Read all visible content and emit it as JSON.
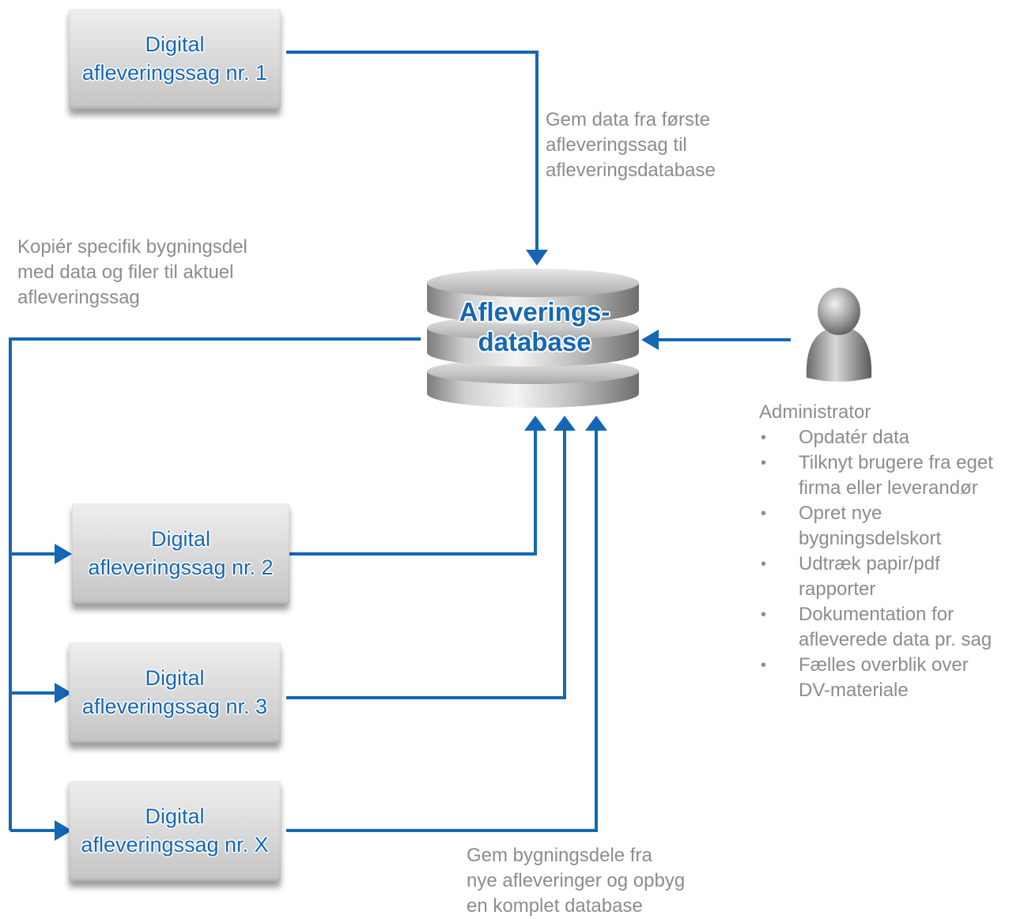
{
  "colors": {
    "accent": "#1467b4",
    "note_text": "#8c8c8c",
    "box": "#d7d7d7"
  },
  "cases": [
    {
      "line1": "Digital",
      "line2": "afleveringssag nr. 1"
    },
    {
      "line1": "Digital",
      "line2": "afleveringssag nr. 2"
    },
    {
      "line1": "Digital",
      "line2": "afleveringssag nr. 3"
    },
    {
      "line1": "Digital",
      "line2": "afleveringssag nr. X"
    }
  ],
  "database": {
    "line1": "Afleverings-",
    "line2": "database",
    "icon": "database-icon"
  },
  "notes": {
    "save_first": [
      "Gem data fra første",
      "afleveringssag til",
      "afleveringsdatabase"
    ],
    "copy": [
      "Kopiér specifik bygningsdel",
      "med data og filer til aktuel",
      "afleveringssag"
    ],
    "save_new": [
      "Gem bygningsdele fra",
      "nye afleveringer og opbyg",
      "en komplet database"
    ]
  },
  "admin": {
    "icon": "user-icon",
    "role": "Administrator",
    "bullet": "•",
    "tasks": [
      [
        "Opdatér data"
      ],
      [
        "Tilknyt brugere fra eget",
        "firma eller leverandør"
      ],
      [
        "Opret nye",
        "bygningsdelskort"
      ],
      [
        "Udtræk papir/pdf",
        "rapporter"
      ],
      [
        "Dokumentation for",
        "afleverede data pr. sag"
      ],
      [
        "Fælles overblik over",
        "DV-materiale"
      ]
    ]
  }
}
